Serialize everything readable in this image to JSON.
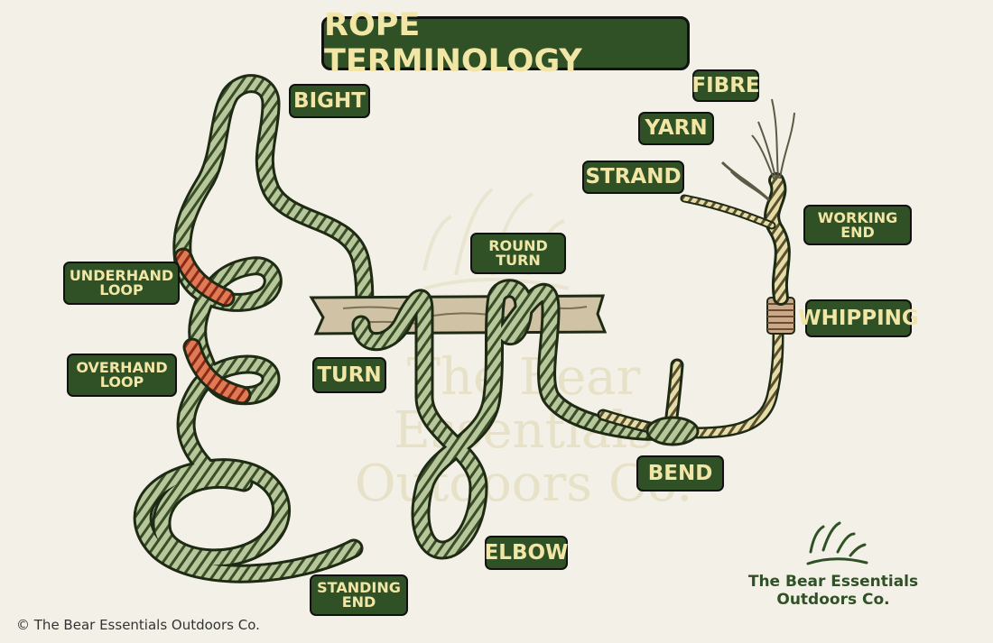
{
  "title": "ROPE TERMINOLOGY",
  "labels": {
    "bight": "BIGHT",
    "underhand_loop": "UNDERHAND\nLOOP",
    "overhand_loop": "OVERHAND\nLOOP",
    "turn": "TURN",
    "round_turn": "ROUND\nTURN",
    "elbow": "ELBOW",
    "standing_end": "STANDING\nEND",
    "fibre": "FIBRE",
    "yarn": "YARN",
    "strand": "STRAND",
    "working_end": "WORKING\nEND",
    "whipping": "WHIPPING",
    "bend": "BEND"
  },
  "watermark": "The Bear Essentials Outdoors Co.",
  "brand": "The Bear Essentials Outdoors Co.",
  "copyright": "© The Bear Essentials Outdoors Co.",
  "colors": {
    "background": "#f3f1e7",
    "label_bg": "#2f5125",
    "label_text": "#f2e6a6",
    "rope": "#b7c79a",
    "rope_edge": "#1e2a14",
    "highlight": "#c94a2c",
    "wood": "#cfc2a5"
  }
}
